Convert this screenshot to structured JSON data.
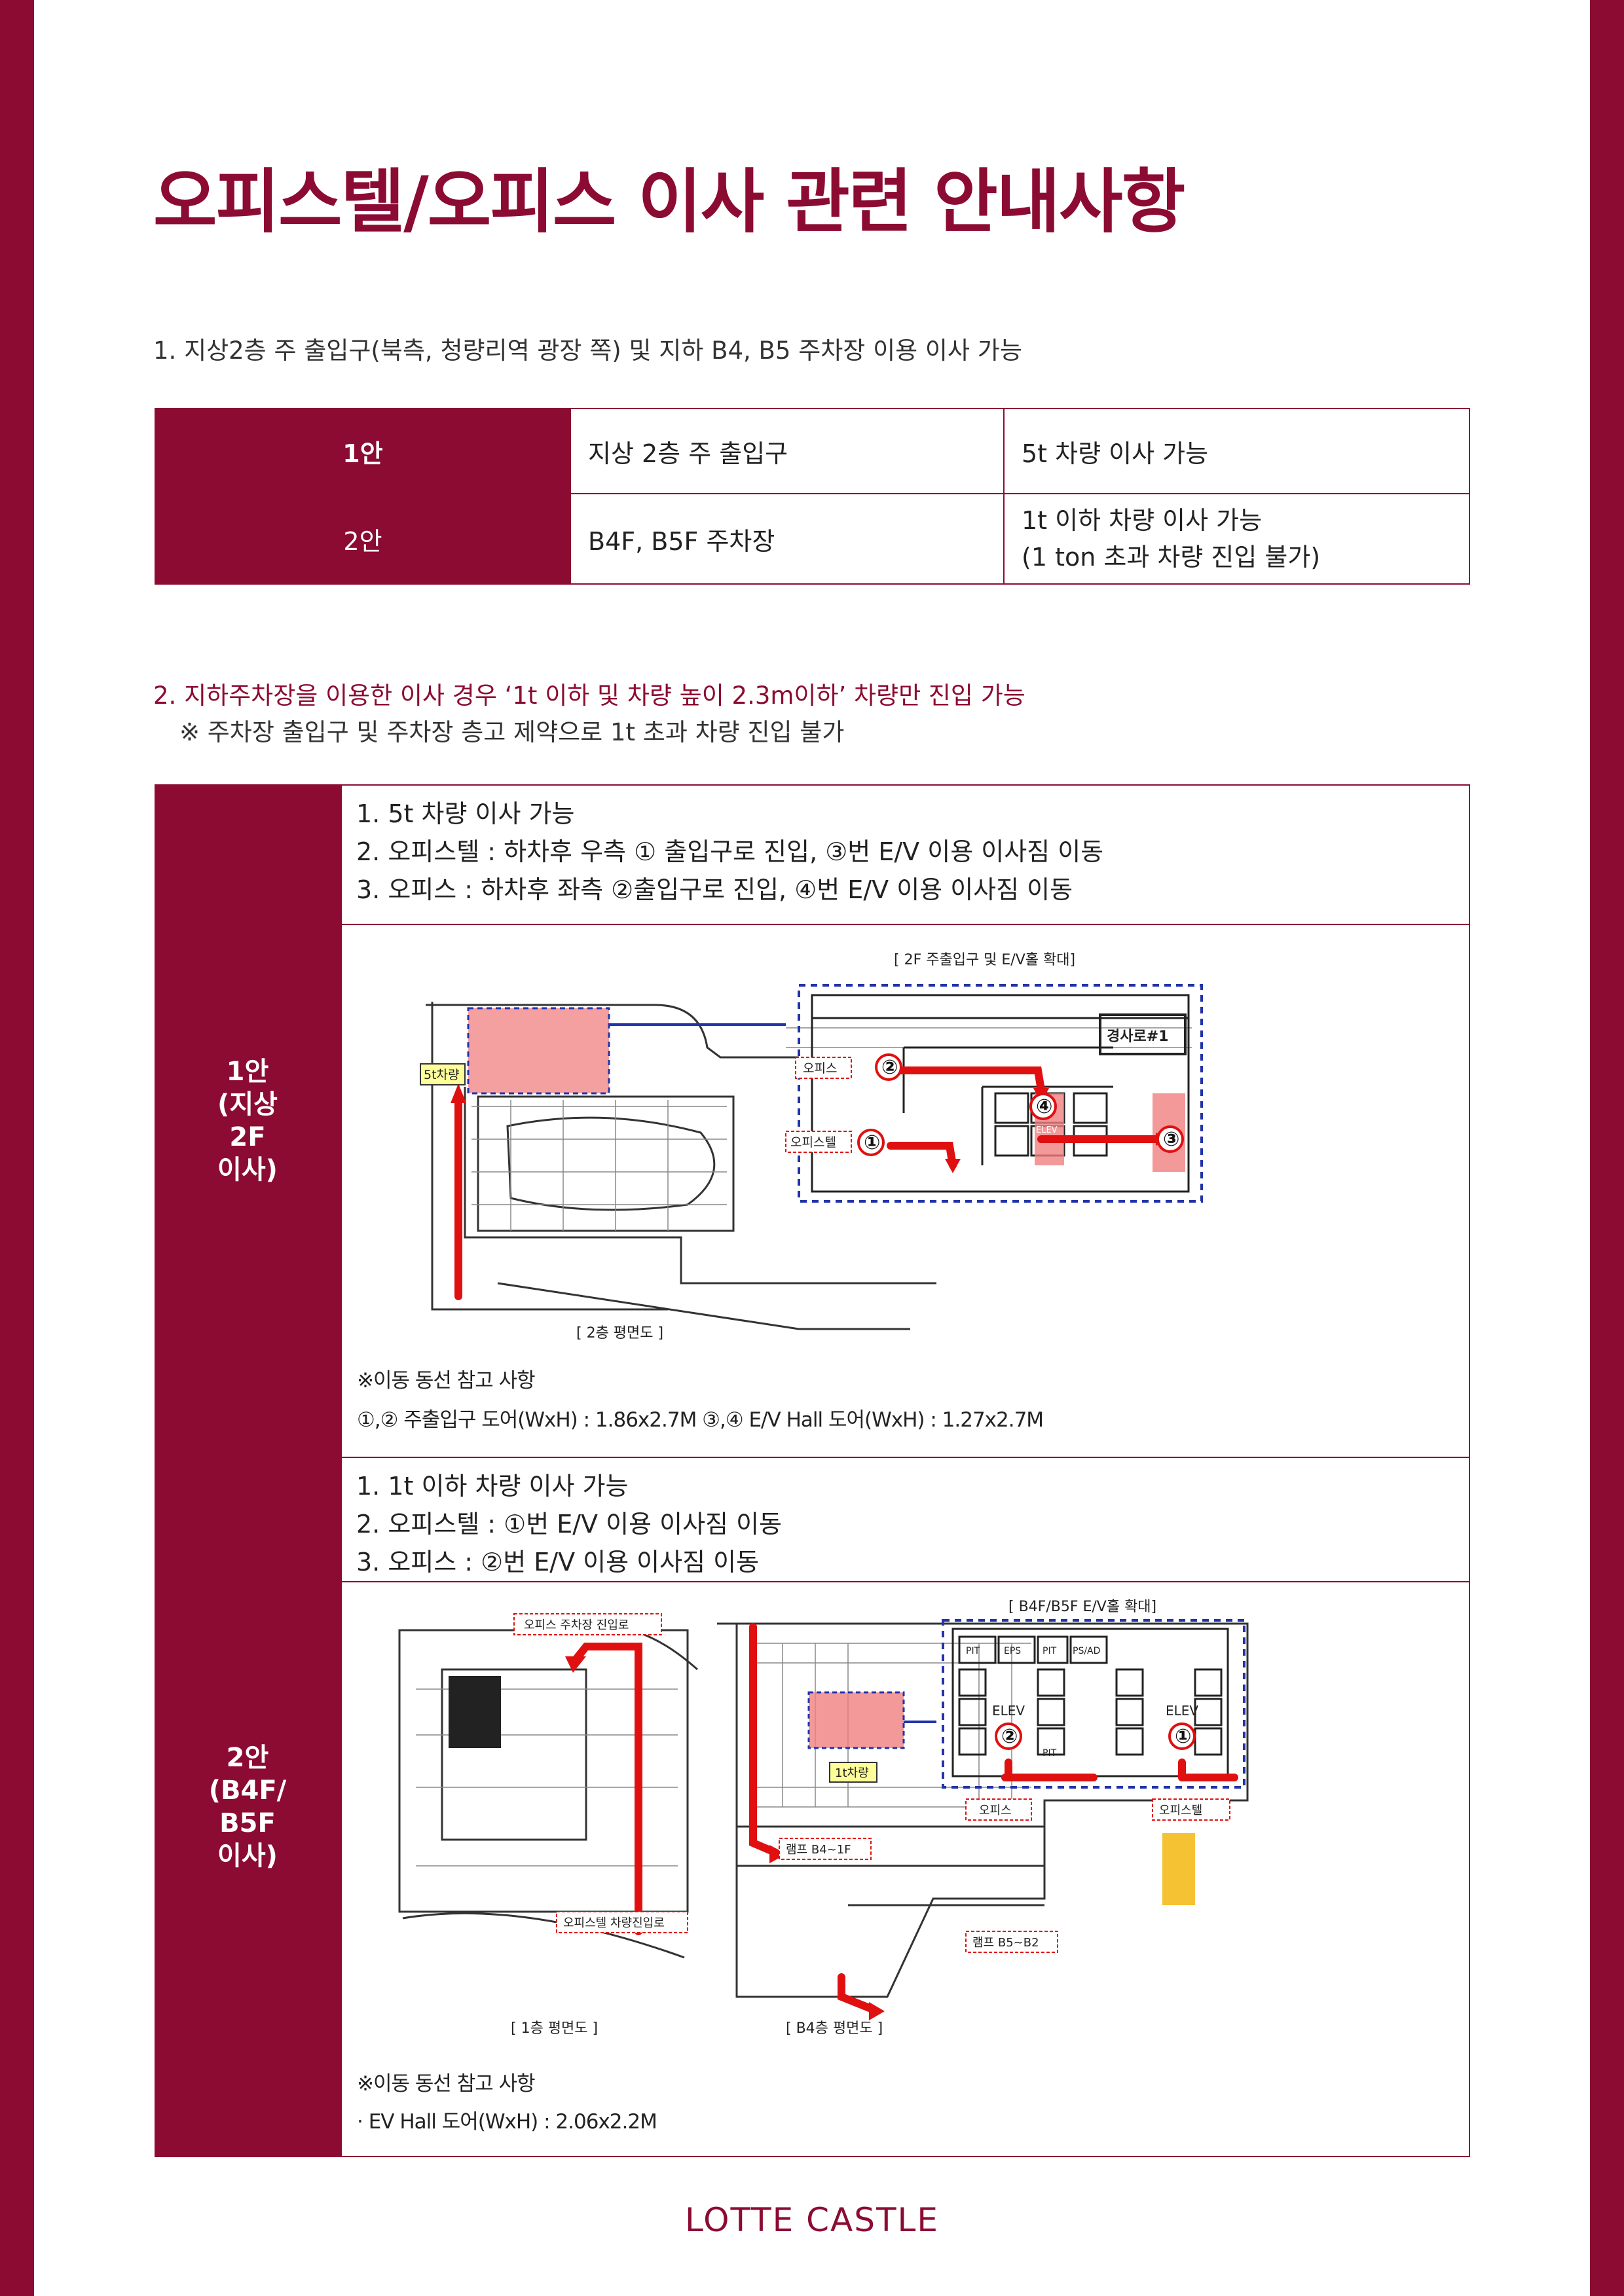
{
  "page": {
    "title": "오피스텔/오피스 이사 관련 안내사항",
    "footer_brand": "LOTTE CASTLE"
  },
  "section1": {
    "heading": "1. 지상2층 주 출입구(북측, 청량리역 광장 쪽) 및 지하 B4, B5 주차장 이용 이사 가능",
    "table": [
      {
        "plan": "1안",
        "entry": "지상 2층 주 출입구",
        "note_line1": "5t 차량 이사 가능",
        "note_line2": ""
      },
      {
        "plan": "2안",
        "entry": "B4F, B5F 주차장",
        "note_line1": "1t 이하 차량 이사 가능",
        "note_line2": "(1 ton 초과 차량 진입 불가)"
      }
    ]
  },
  "section2": {
    "heading": "2. 지하주차장을 이용한 이사 경우 ‘1t 이하 및 차량 높이 2.3m이하’ 차량만 진입 가능",
    "subnote": "※ 주차장 출입구 및 주차장 층고 제약으로 1t 초과 차량 진입 불가"
  },
  "plan1": {
    "side_label": "1안\n(지상\n2F\n이사)",
    "steps": [
      "1. 5t 차량 이사 가능",
      "2. 오피스텔 : 하차후 우측 ① 출입구로 진입, ③번 E/V 이용 이사짐 이동",
      "3. 오피스 : 하차후 좌측 ②출입구로 진입, ④번 E/V 이용 이사짐 이동"
    ],
    "map": {
      "zoom_caption": "[ 2F 주출입구 및  E/V홀 확대]",
      "floor_caption": "[ 2층   평면도 ]",
      "truck_label": "5t차량",
      "office_label": "오피스",
      "officetel_label": "오피스텔",
      "street_label": "경사로#1",
      "elev_label": "ELEV",
      "markers": [
        "①",
        "②",
        "③",
        "④"
      ]
    },
    "notes": {
      "title": "※이동 동선 참고 사항",
      "line": "①,② 주출입구 도어(WxH) : 1.86x2.7M    ③,④ E/V Hall 도어(WxH) : 1.27x2.7M"
    }
  },
  "plan2": {
    "side_label": "2안\n(B4F/\nB5F\n이사)",
    "steps": [
      "1. 1t 이하 차량 이사 가능",
      "2. 오피스텔 : ①번 E/V 이용 이사짐 이동",
      "3. 오피스 : ②번 E/V 이용 이사짐 이동"
    ],
    "map": {
      "zoom_caption": "[ B4F/B5F E/V홀 확대]",
      "floor1_caption": "[ 1층   평면도 ]",
      "floor_b4_caption": "[ B4층   평면도 ]",
      "office_entry_label": "오피스 주차장 진입로",
      "officetel_entry_label": "오피스텔 차량진입로",
      "truck_label": "1t차량",
      "ramp1_label": "램프 B4~1F",
      "ramp2_label": "램프 B5~B2",
      "office_label": "오피스",
      "officetel_label": "오피스텔",
      "elev_label": "ELEV",
      "room_labels": [
        "PIT",
        "EPS",
        "PIT",
        "PS/AD",
        "PIT"
      ],
      "markers": [
        "①",
        "②"
      ]
    },
    "notes": {
      "title": "※이동 동선 참고 사항",
      "line": "· EV Hall 도어(WxH) : 2.06x2.2M"
    }
  }
}
